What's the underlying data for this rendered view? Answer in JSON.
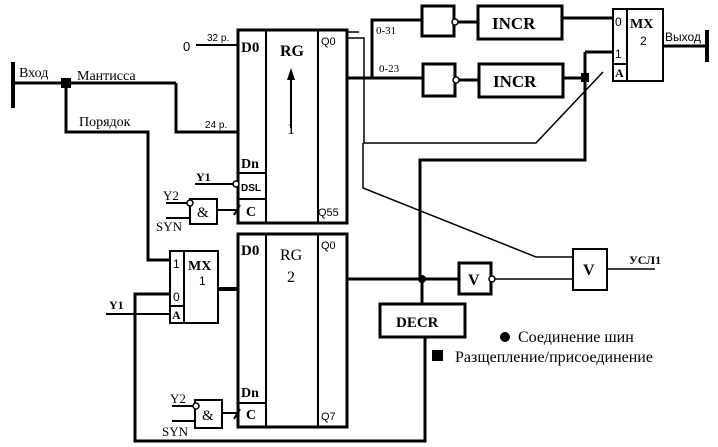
{
  "diagram": {
    "inputs": {
      "input_label": "Вход",
      "mantissa_label": "Мантисса",
      "exponent_label": "Порядок",
      "zero_label": "0",
      "bits32_label": "32 р.",
      "bits24_label": "24 р."
    },
    "rg1": {
      "title": "RG",
      "number": "1",
      "d0": "D0",
      "dn": "Dn",
      "dsl": "DSL",
      "c": "C",
      "q0": "Q0",
      "qn": "Q55"
    },
    "rg2": {
      "title": "RG",
      "number": "2",
      "d0": "D0",
      "dn": "Dn",
      "c": "C",
      "q0": "Q0",
      "qn": "Q7"
    },
    "and_gate_top": {
      "symbol": "&",
      "in1": "Y2",
      "in2": "SYN"
    },
    "and_gate_bottom": {
      "symbol": "&",
      "in1": "Y2",
      "in2": "SYN"
    },
    "y1_top": "Y1",
    "y1_bottom": "Y1",
    "mx1": {
      "title": "MX",
      "number": "1",
      "in1": "1",
      "in0": "0",
      "addr": "A"
    },
    "mx2": {
      "title": "MX",
      "number": "2",
      "in0": "0",
      "in1": "1",
      "addr": "A"
    },
    "bus_labels": {
      "top": "0-31",
      "bottom": "0-23"
    },
    "incr_top": "INCR",
    "incr_bottom": "INCR",
    "decr": "DECR",
    "or_gate_1": "V",
    "or_gate_2": "V",
    "output_label": "Выход",
    "condition_label": "УСЛ1",
    "legend": {
      "bus_join": "Соединение шин",
      "split_join": "Разщепление/присоединение"
    }
  }
}
